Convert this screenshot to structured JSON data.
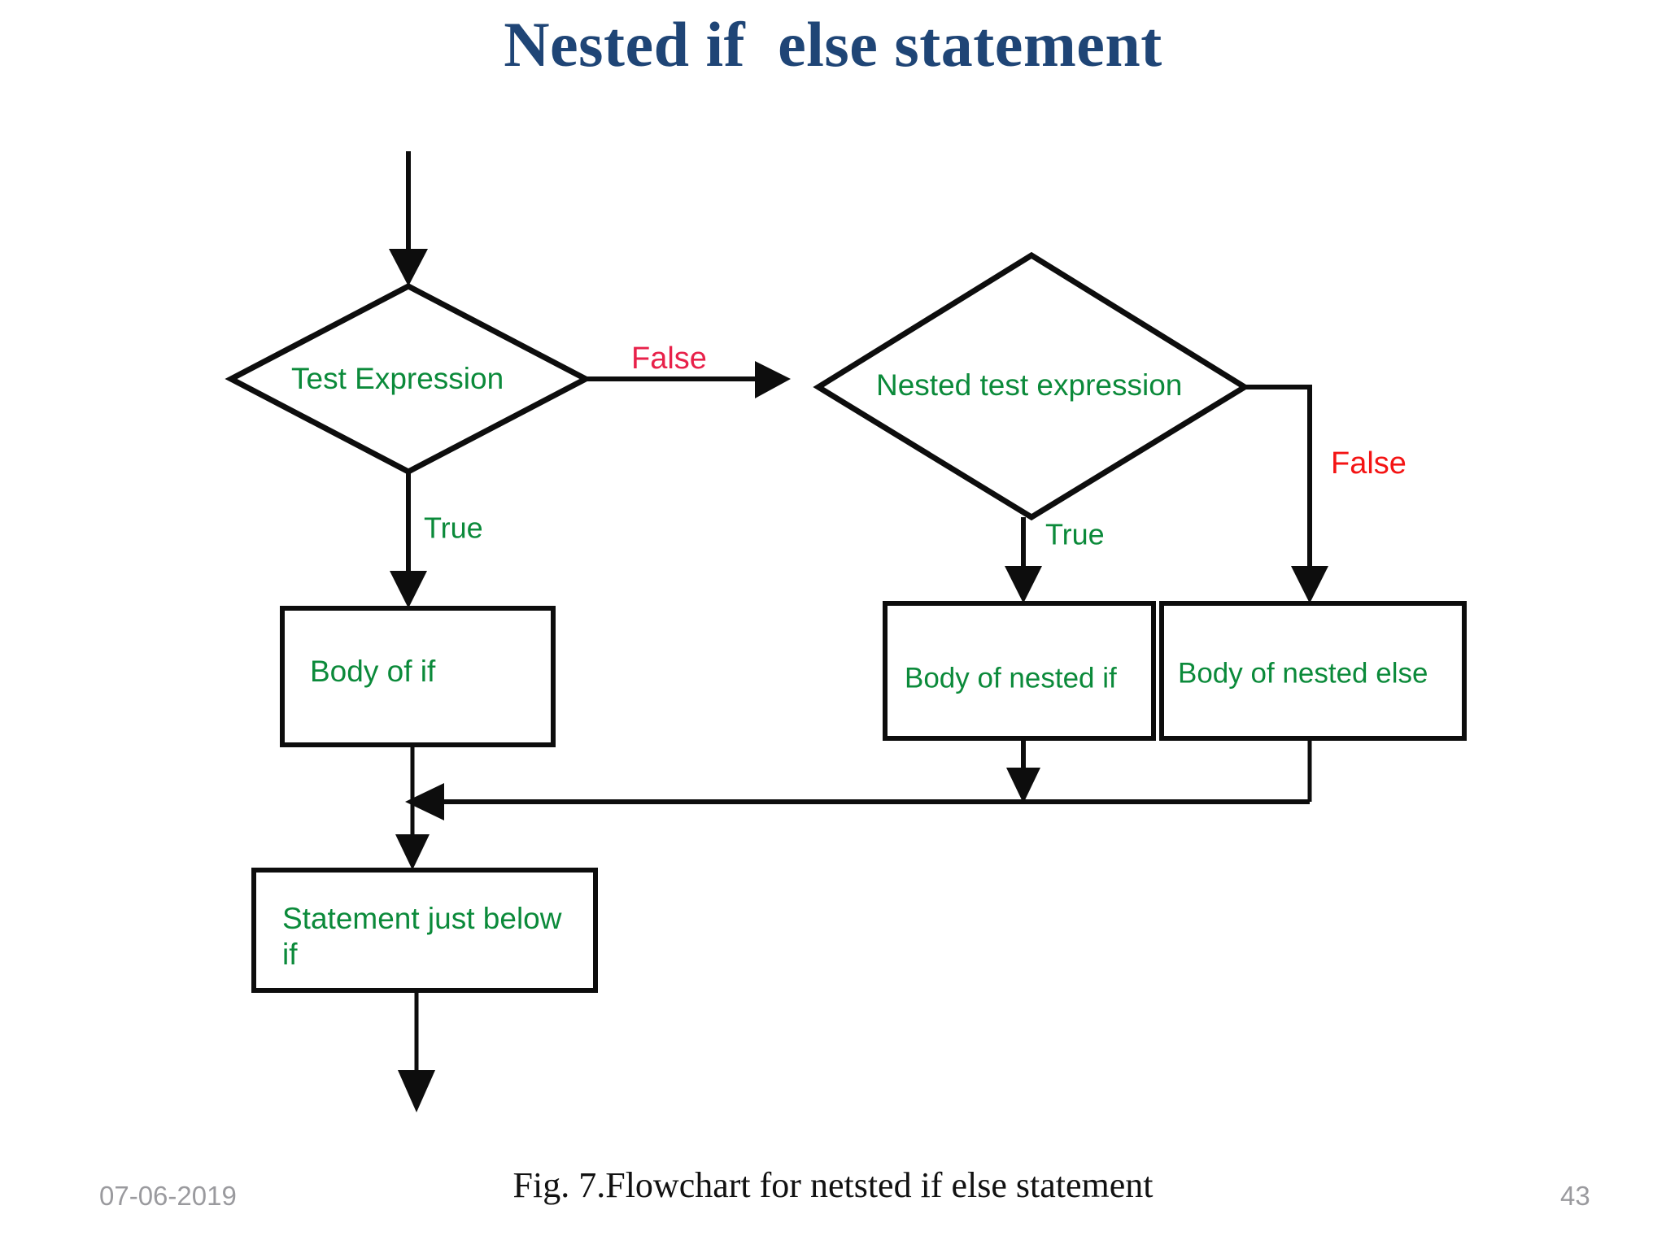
{
  "slide": {
    "title": "Nested if  else statement",
    "title_color": "#1f4576",
    "background": "#ffffff"
  },
  "diagram": {
    "type": "flowchart",
    "node_text_color": "#0b8a3a",
    "false_label_color_left": "#e8214a",
    "false_label_color_right": "#f41414",
    "line_color": "#0d0d0d",
    "nodes": [
      {
        "id": "test-expression",
        "shape": "diamond",
        "label": "Test Expression"
      },
      {
        "id": "nested-test",
        "shape": "diamond",
        "label": "Nested test expression"
      },
      {
        "id": "body-of-if",
        "shape": "rectangle",
        "label": "Body of if"
      },
      {
        "id": "body-nested-if",
        "shape": "rectangle",
        "label": "Body of nested if"
      },
      {
        "id": "body-nested-else",
        "shape": "rectangle",
        "label": "Body of nested else"
      },
      {
        "id": "statement-below-if",
        "shape": "rectangle",
        "label": "Statement just below if"
      }
    ],
    "edge_labels": {
      "test_false": "False",
      "test_true": "True",
      "nested_true": "True",
      "nested_false": "False"
    }
  },
  "caption": {
    "text": "Fig. 7.Flowchart for netsted if else statement"
  },
  "footer": {
    "date": "07-06-2019",
    "page_number": "43"
  }
}
